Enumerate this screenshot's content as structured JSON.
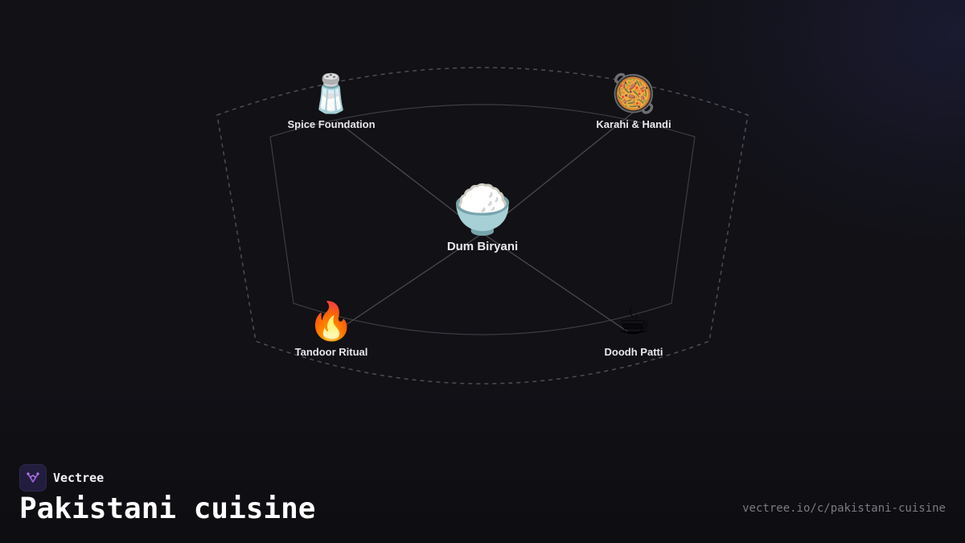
{
  "diagram": {
    "center": {
      "icon": "rice-bowl-icon",
      "emoji": "🍚",
      "label": "Dum Biryani"
    },
    "nodes": [
      {
        "icon": "salt-shaker-icon",
        "emoji": "🧂",
        "label": "Spice Foundation"
      },
      {
        "icon": "shallow-pan-of-food-icon",
        "emoji": "🥘",
        "label": "Karahi & Handi"
      },
      {
        "icon": "fire-icon",
        "emoji": "🔥",
        "label": "Tandoor Ritual"
      },
      {
        "icon": "hot-beverage-icon",
        "emoji": "☕",
        "label": "Doodh Patti"
      }
    ]
  },
  "brand": {
    "name": "Vectree",
    "logo_icon": "vectree-logo-icon",
    "logo_color": "#9b59d6"
  },
  "title": "Pakistani cuisine",
  "url": "vectree.io/c/pakistani-cuisine",
  "colors": {
    "background": "#111116",
    "connector": "#4a4a50",
    "outline": "#4d4d53",
    "text": "#e8e8ea",
    "url_text": "#7a7a80"
  }
}
